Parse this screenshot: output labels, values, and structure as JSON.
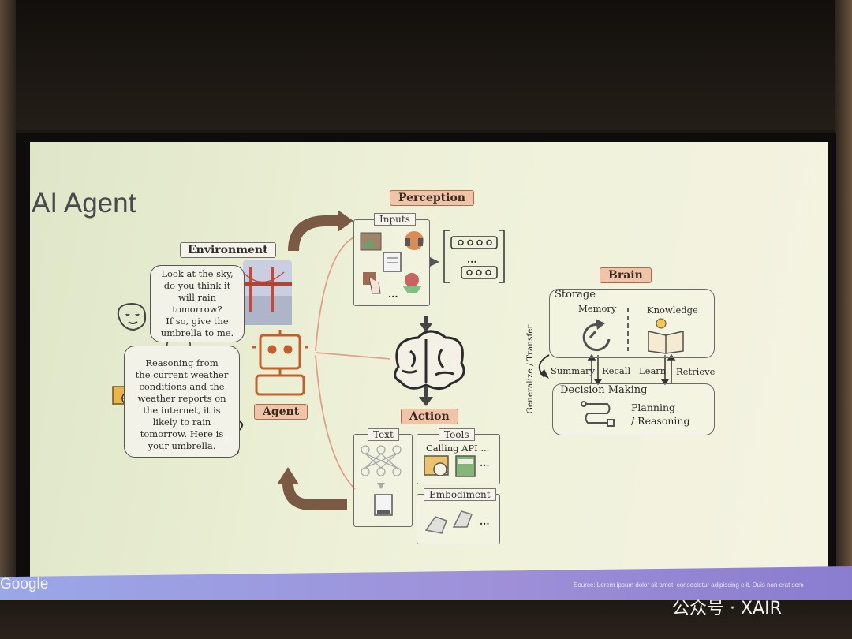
{
  "slide": {
    "title": "AI Agent",
    "footer_brand": "Google",
    "source": "Source: Lorem ipsum dolor sit amet, consectetur adipiscing elit. Duis non erat sem"
  },
  "diagram": {
    "environment": {
      "label": "Environment",
      "user_bubble": [
        "Look at the sky,",
        "do you think it",
        "will rain tomorrow?",
        "If so, give the",
        "umbrella to me."
      ]
    },
    "agent": {
      "label": "Agent",
      "reply_bubble": [
        "Reasoning from",
        "the current weather",
        "conditions and the",
        "weather reports on",
        "the internet, it is",
        "likely to rain",
        "tomorrow. Here is",
        "your umbrella."
      ]
    },
    "perception": {
      "label": "Perception",
      "inputs_label": "Inputs",
      "ellipsis": "..."
    },
    "action": {
      "label": "Action",
      "text_label": "Text",
      "tools_label": "Tools",
      "tools_text": "Calling API ...",
      "embodiment_label": "Embodiment",
      "ellipsis": "..."
    },
    "brain": {
      "label": "Brain",
      "storage_label": "Storage",
      "memory_label": "Memory",
      "knowledge_label": "Knowledge",
      "summary": "Summary",
      "recall": "Recall",
      "learn": "Learn",
      "retrieve": "Retrieve",
      "generalize": "Generalize / Transfer",
      "decision_label": "Decision Making",
      "planning_line1": "Planning",
      "planning_line2": "/ Reasoning"
    },
    "colors": {
      "accent_tag": "#efc4a8",
      "arrow_brown": "#7a5a45",
      "connector": "#e0a08a"
    }
  },
  "watermark": {
    "icon": "wechat-icon",
    "text": "公众号 · XAIR"
  }
}
